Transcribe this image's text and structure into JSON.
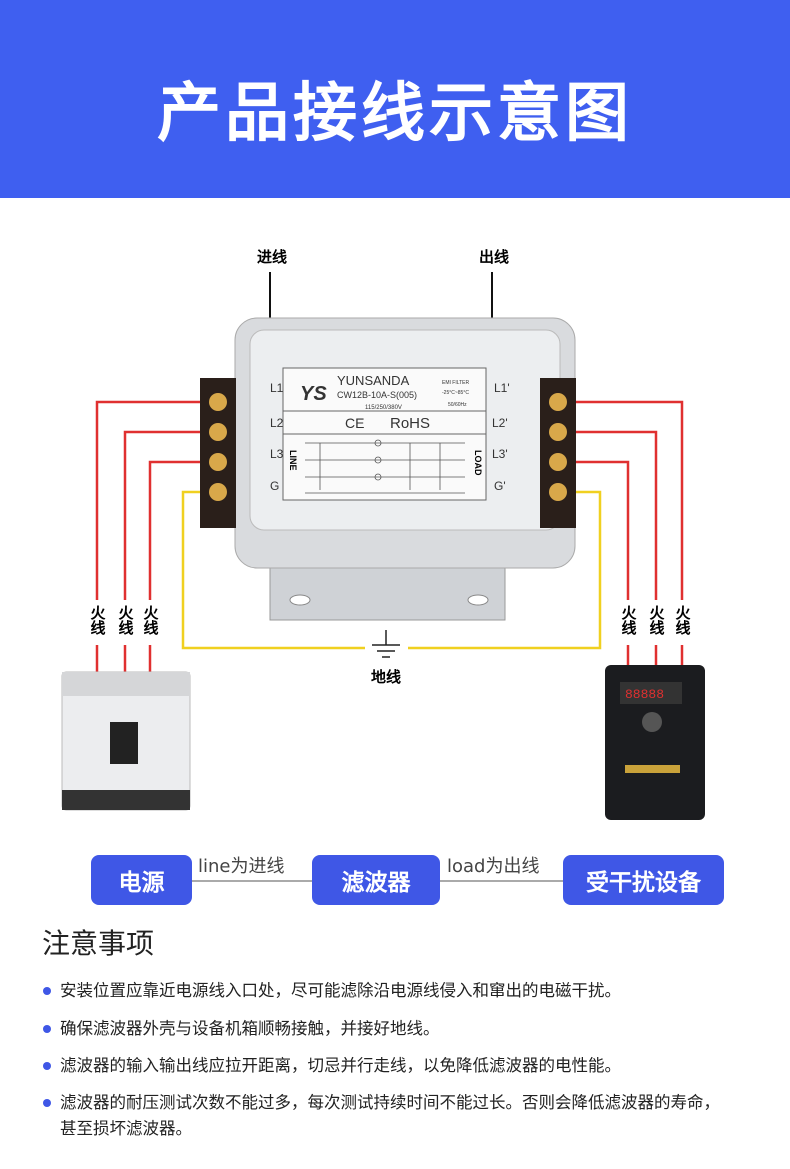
{
  "banner": {
    "title": "产品接线示意图"
  },
  "diagram": {
    "in_label": "进线",
    "out_label": "出线",
    "ground_label": "地线",
    "live_label": "火线",
    "terminals_left": [
      "L1",
      "L2",
      "L3",
      "G"
    ],
    "terminals_right": [
      "L1'",
      "L2'",
      "L3'",
      "G'"
    ],
    "filter_label": {
      "brand": "YUNSANDA",
      "logo": "YS",
      "model": "CW12B-10A-S(005)",
      "voltage": "115/250/380V",
      "type": "EMI FILTER",
      "temp": "-25°C~85°C",
      "freq": "50/60Hz",
      "cert": "CE",
      "rohs": "RoHS",
      "line": "LINE",
      "load": "LOAD"
    },
    "colors": {
      "live": "#e03030",
      "ground": "#f0d020"
    }
  },
  "flow": {
    "source": "电源",
    "filter": "滤波器",
    "device": "受干扰设备",
    "line_note": "line为进线",
    "load_note": "load为出线"
  },
  "notes": {
    "title": "注意事项",
    "items": [
      "安装位置应靠近电源线入口处，尽可能滤除沿电源线侵入和窜出的电磁干扰。",
      "确保滤波器外壳与设备机箱顺畅接触，并接好地线。",
      "滤波器的输入输出线应拉开距离，切忌并行走线，以免降低滤波器的电性能。",
      "滤波器的耐压测试次数不能过多，每次测试持续时间不能过长。否则会降低滤波器的寿命，甚至损坏滤波器。"
    ]
  }
}
